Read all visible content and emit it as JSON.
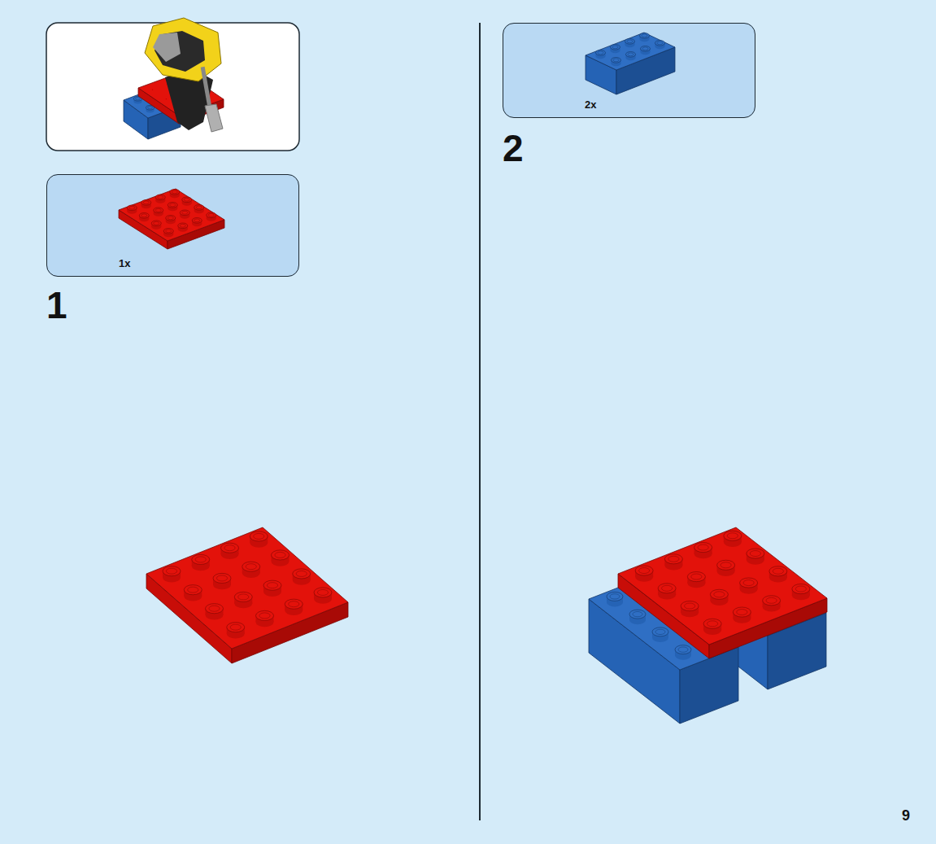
{
  "diagram": {
    "nodes": [
      {
        "text": [
          "1x"
        ]
      },
      {
        "text": [
          "2x"
        ]
      }
    ],
    "labels": [
      "1",
      "2",
      "9"
    ]
  }
}
